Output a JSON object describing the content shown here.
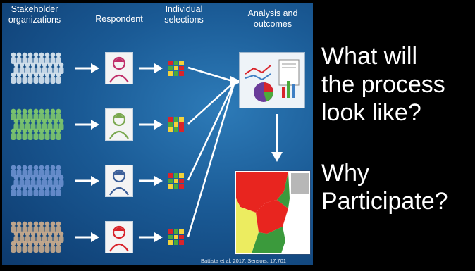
{
  "headers": {
    "stakeholder": [
      "Stakeholder",
      "organizations"
    ],
    "respondent": "Respondent",
    "selections": [
      "Individual",
      "selections"
    ],
    "analysis": [
      "Analysis and",
      "outcomes"
    ]
  },
  "rows": [
    {
      "crowd_color": "#d9e6ef",
      "person_color": "#c0306a"
    },
    {
      "crowd_color": "#7ec86b",
      "person_color": "#7aa84f"
    },
    {
      "crowd_color": "#6b90cf",
      "person_color": "#3c5f99"
    },
    {
      "crowd_color": "#c8ab8d",
      "person_color": "#d8232a"
    }
  ],
  "grid_colors": [
    "#d9242b",
    "#4caa3b",
    "#f4d23a",
    "#4caa3b",
    "#f4d23a",
    "#d9242b",
    "#f4d23a",
    "#4caa3b",
    "#d9242b"
  ],
  "citation": "Battista et al. 2017. Sensors, 17,701",
  "questions": {
    "q1": [
      "What will",
      "the process",
      "look like?"
    ],
    "q2": [
      "Why",
      "Participate?"
    ]
  }
}
